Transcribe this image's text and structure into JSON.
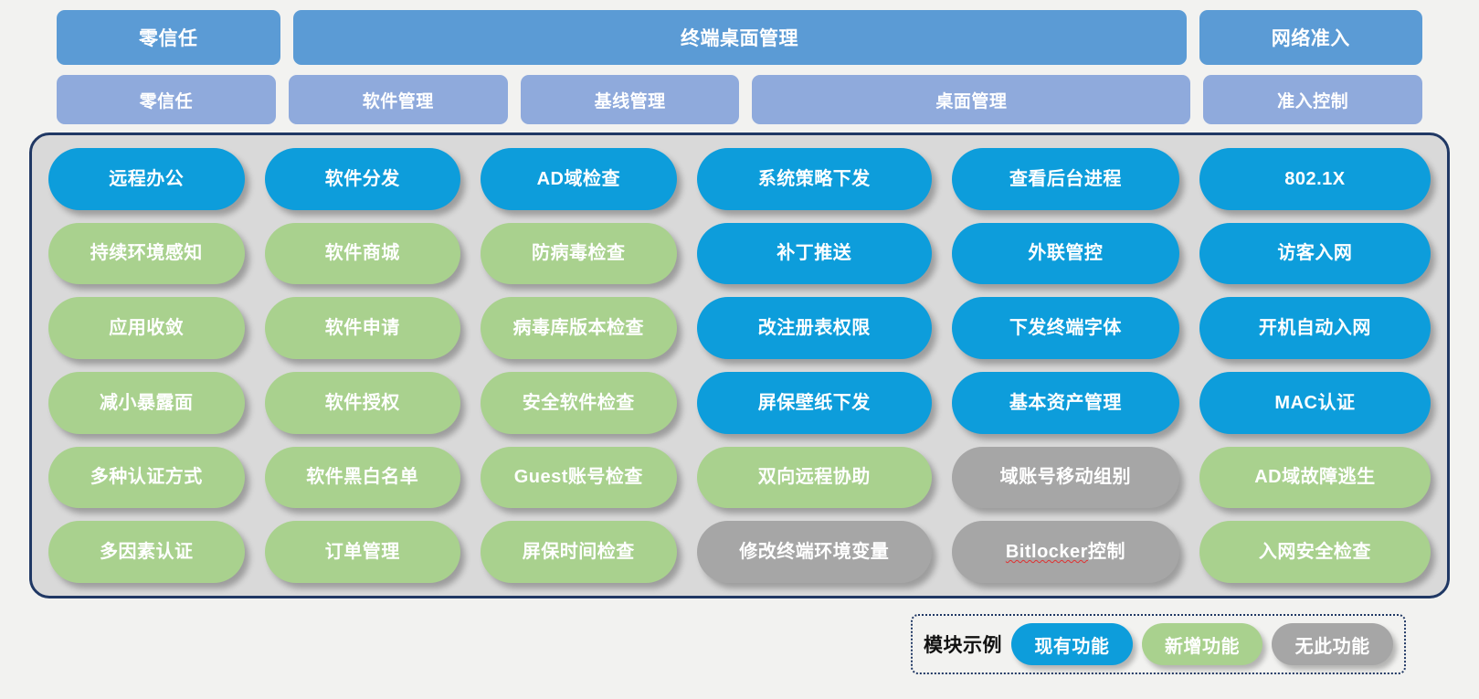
{
  "colors": {
    "page_background": "#f2f2f0",
    "level1_header": "#5b9bd5",
    "level2_header": "#8faadc",
    "panel_background": "#d9d9d9",
    "panel_border": "#203864",
    "existing_feature": "#0d9ddb",
    "new_feature": "#a9d18e",
    "no_feature": "#a6a6a6",
    "pill_text": "#ffffff",
    "legend_text": "#111111"
  },
  "header": {
    "level1": [
      {
        "label": "零信任",
        "span": 1
      },
      {
        "label": "终端桌面管理",
        "span": 4
      },
      {
        "label": "网络准入",
        "span": 1
      }
    ],
    "level2": [
      {
        "label": "零信任",
        "span": 1
      },
      {
        "label": "软件管理",
        "span": 1
      },
      {
        "label": "基线管理",
        "span": 1
      },
      {
        "label": "桌面管理",
        "span": 2
      },
      {
        "label": "准入控制",
        "span": 1
      }
    ]
  },
  "matrix": {
    "columns": [
      "零信任",
      "软件管理",
      "基线管理",
      "桌面管理",
      "桌面管理",
      "准入控制"
    ],
    "rows": [
      [
        {
          "label": "远程办公",
          "status": "blue"
        },
        {
          "label": "软件分发",
          "status": "blue"
        },
        {
          "label": "AD域检查",
          "status": "blue"
        },
        {
          "label": "系统策略下发",
          "status": "blue"
        },
        {
          "label": "查看后台进程",
          "status": "blue"
        },
        {
          "label": "802.1X",
          "status": "blue"
        }
      ],
      [
        {
          "label": "持续环境感知",
          "status": "green"
        },
        {
          "label": "软件商城",
          "status": "green"
        },
        {
          "label": "防病毒检查",
          "status": "green"
        },
        {
          "label": "补丁推送",
          "status": "blue"
        },
        {
          "label": "外联管控",
          "status": "blue"
        },
        {
          "label": "访客入网",
          "status": "blue"
        }
      ],
      [
        {
          "label": "应用收敛",
          "status": "green"
        },
        {
          "label": "软件申请",
          "status": "green"
        },
        {
          "label": "病毒库版本检查",
          "status": "green"
        },
        {
          "label": "改注册表权限",
          "status": "blue"
        },
        {
          "label": "下发终端字体",
          "status": "blue"
        },
        {
          "label": "开机自动入网",
          "status": "blue"
        }
      ],
      [
        {
          "label": "减小暴露面",
          "status": "green"
        },
        {
          "label": "软件授权",
          "status": "green"
        },
        {
          "label": "安全软件检查",
          "status": "green"
        },
        {
          "label": "屏保壁纸下发",
          "status": "blue"
        },
        {
          "label": "基本资产管理",
          "status": "blue"
        },
        {
          "label": "MAC认证",
          "status": "blue"
        }
      ],
      [
        {
          "label": "多种认证方式",
          "status": "green"
        },
        {
          "label": "软件黑白名单",
          "status": "green"
        },
        {
          "label": "Guest账号检查",
          "status": "green"
        },
        {
          "label": "双向远程协助",
          "status": "green"
        },
        {
          "label": "域账号移动组别",
          "status": "gray"
        },
        {
          "label": "AD域故障逃生",
          "status": "green"
        }
      ],
      [
        {
          "label": "多因素认证",
          "status": "green"
        },
        {
          "label": "订单管理",
          "status": "green"
        },
        {
          "label": "屏保时间检查",
          "status": "green"
        },
        {
          "label": "修改终端环境变量",
          "status": "gray"
        },
        {
          "label": "Bitlocker控制",
          "status": "gray",
          "spellcheck_word": "Bitlocker"
        },
        {
          "label": "入网安全检查",
          "status": "green"
        }
      ]
    ]
  },
  "legend": {
    "title": "模块示例",
    "items": [
      {
        "label": "现有功能",
        "status": "blue"
      },
      {
        "label": "新增功能",
        "status": "green"
      },
      {
        "label": "无此功能",
        "status": "gray"
      }
    ]
  }
}
